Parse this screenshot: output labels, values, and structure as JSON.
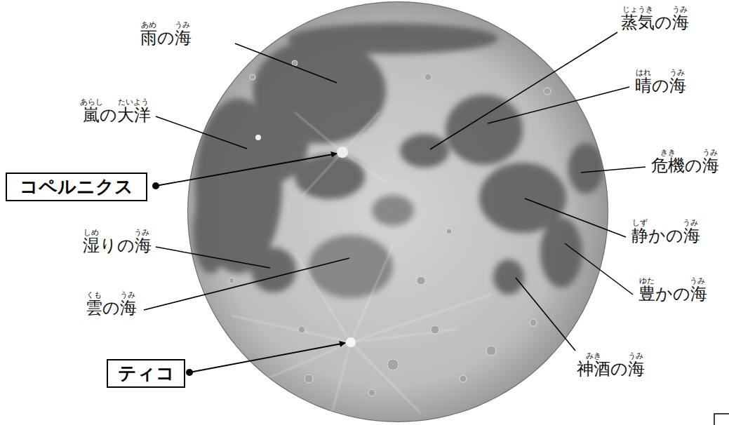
{
  "diagram": {
    "nodes": [
      {
        "text": [
          "コペルニクス"
        ]
      },
      {
        "text": [
          "ティコ"
        ]
      }
    ],
    "labels": [
      "雨の海",
      "あめ",
      "うみ",
      "嵐の大洋",
      "あらし",
      "たいよう",
      "湿りの海",
      "しめ",
      "うみ",
      "雲の海",
      "くも",
      "うみ",
      "蒸気の海",
      "じょうき",
      "うみ",
      "晴の海",
      "はれ",
      "うみ",
      "危機の海",
      "きき",
      "うみ",
      "静かの海",
      "しず",
      "うみ",
      "豊かの海",
      "ゆた",
      "うみ",
      "神酒の海",
      "みき",
      "うみ"
    ]
  }
}
